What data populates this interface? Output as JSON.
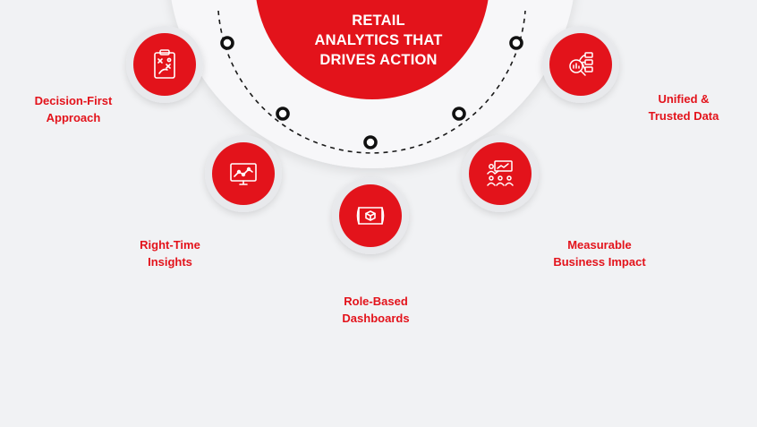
{
  "hub": {
    "title_lines": [
      "RETAIL",
      "ANALYTICS THAT",
      "DRIVES ACTION"
    ]
  },
  "colors": {
    "accent": "#e3131b",
    "background": "#f1f2f4",
    "ring": "#e6e7eb",
    "text_on_accent": "#ffffff"
  },
  "steps": [
    {
      "icon": "clipboard-strategy-icon",
      "label_lines": [
        "Decision-First",
        "Approach"
      ]
    },
    {
      "icon": "monitor-line-chart-icon",
      "label_lines": [
        "Right-Time",
        "Insights"
      ]
    },
    {
      "icon": "cube-blueprint-icon",
      "label_lines": [
        "Role-Based",
        "Dashboards"
      ]
    },
    {
      "icon": "team-presentation-icon",
      "label_lines": [
        "Measurable",
        "Business Impact"
      ]
    },
    {
      "icon": "data-search-icon",
      "label_lines": [
        "Unified &",
        "Trusted Data"
      ]
    }
  ]
}
